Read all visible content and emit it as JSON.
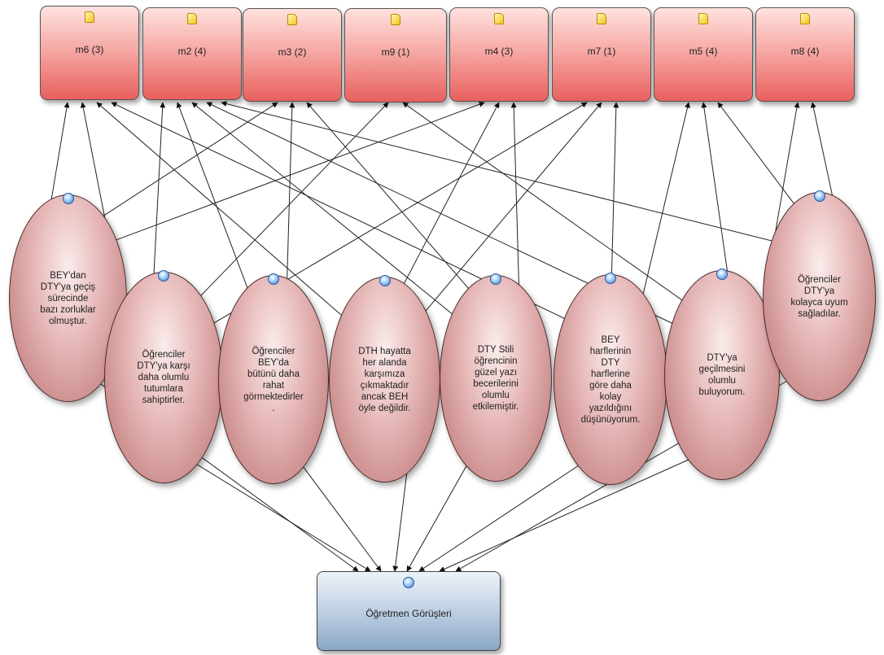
{
  "codes": [
    {
      "id": "m6",
      "label": "m6 (3)"
    },
    {
      "id": "m2",
      "label": "m2 (4)"
    },
    {
      "id": "m3",
      "label": "m3 (2)"
    },
    {
      "id": "m9",
      "label": "m9 (1)"
    },
    {
      "id": "m4",
      "label": "m4 (3)"
    },
    {
      "id": "m7",
      "label": "m7 (1)"
    },
    {
      "id": "m5",
      "label": "m5 (4)"
    },
    {
      "id": "m8",
      "label": "m8 (4)"
    }
  ],
  "themes": [
    {
      "id": "t1",
      "text": "BEY'dan\nDTY'ya geçiş\nsürecinde\nbazı zorluklar\nolmuştur."
    },
    {
      "id": "t2",
      "text": "Öğrenciler\nDTY'ya karşı\ndaha olumlu\ntutumlara\nsahiptirler."
    },
    {
      "id": "t3",
      "text": "Öğrenciler\nBEY'da\nbütünü daha\nrahat\ngörmektedirler\n."
    },
    {
      "id": "t4",
      "text": "DTH hayatta\nher alanda\nkarşımıza\nçıkmaktadır\nancak BEH\nöyle değildir."
    },
    {
      "id": "t5",
      "text": "DTY Stili\nöğrencinin\ngüzel yazı\nbecerilerini\nolumlu\netkilemiştir."
    },
    {
      "id": "t6",
      "text": "BEY\nharflerinin\nDTY\nharflerine\ngöre daha\nkolay\nyazıldığını\ndüşünüyorum."
    },
    {
      "id": "t7",
      "text": "DTY'ya\ngeçilmesini\nolumlu\nbuluyorum."
    },
    {
      "id": "t8",
      "text": "Öğrenciler\nDTY'ya\nkolayca uyum\nsağladılar."
    }
  ],
  "target": {
    "label": "Öğretmen Görüşleri"
  },
  "links": [
    [
      "t1",
      "m6"
    ],
    [
      "t1",
      "m3"
    ],
    [
      "t1",
      "m4"
    ],
    [
      "t2",
      "m6"
    ],
    [
      "t2",
      "m2"
    ],
    [
      "t2",
      "m9"
    ],
    [
      "t2",
      "m7"
    ],
    [
      "t3",
      "m2"
    ],
    [
      "t3",
      "m3"
    ],
    [
      "t4",
      "m6"
    ],
    [
      "t4",
      "m4"
    ],
    [
      "t4",
      "m7"
    ],
    [
      "t5",
      "m2"
    ],
    [
      "t5",
      "m3"
    ],
    [
      "t5",
      "m4"
    ],
    [
      "t6",
      "m6"
    ],
    [
      "t6",
      "m7"
    ],
    [
      "t6",
      "m5"
    ],
    [
      "t7",
      "m2"
    ],
    [
      "t7",
      "m9"
    ],
    [
      "t7",
      "m5"
    ],
    [
      "t7",
      "m8"
    ],
    [
      "t8",
      "m2"
    ],
    [
      "t8",
      "m5"
    ],
    [
      "t8",
      "m8"
    ]
  ]
}
